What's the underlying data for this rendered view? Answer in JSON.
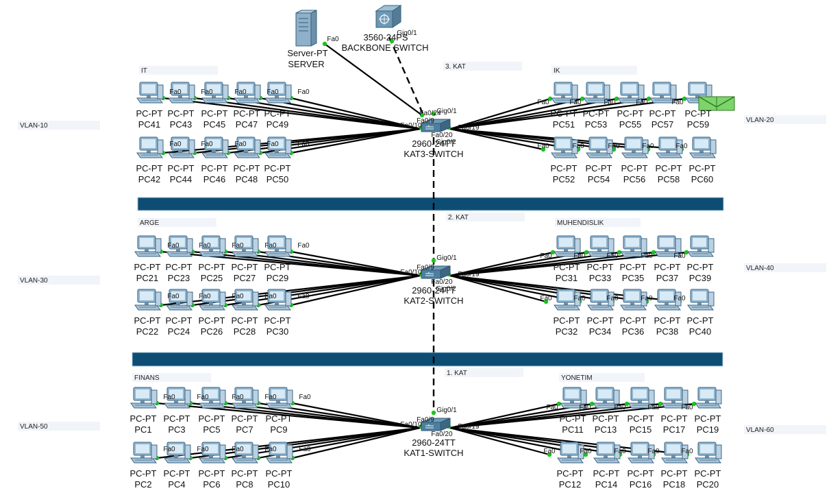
{
  "colors": {
    "floor_bar": "#0e4d73",
    "link": "#000000",
    "link_dot": "#19c619",
    "zone_bg": "#f1f4f9"
  },
  "backbone": {
    "model": "3560-24PS",
    "name": "BACKBONE SWITCH",
    "port": "Gig0/1"
  },
  "server": {
    "model": "Server-PT",
    "name": "SERVER",
    "port": "Fa0"
  },
  "pc_model": "PC-PT",
  "fa0": "Fa0",
  "floors": [
    {
      "key": "f3",
      "floor_label": "3. KAT",
      "switch_name": "KAT3-SWITCH",
      "switch_model": "2960-24TT",
      "ports": {
        "gig01": "Gig0/1",
        "gig02": "Gig0/2",
        "fa010": "Fa0/10",
        "fa020": "Fa0/20",
        "fa019": "Fa0/19",
        "fa09": "Fa0/9",
        "fa024": "Fa0/24"
      },
      "left_zone": "IT",
      "right_zone": "IK",
      "left_vlan": "VLAN-10",
      "right_vlan": "VLAN-20",
      "left_top": [
        "PC41",
        "PC43",
        "PC45",
        "PC47",
        "PC49"
      ],
      "left_bottom": [
        "PC42",
        "PC44",
        "PC46",
        "PC48",
        "PC50"
      ],
      "right_top": [
        "PC51",
        "PC53",
        "PC55",
        "PC57",
        "PC59"
      ],
      "right_bottom": [
        "PC52",
        "PC54",
        "PC56",
        "PC58",
        "PC60"
      ]
    },
    {
      "key": "f2",
      "floor_label": "2. KAT",
      "switch_name": "KAT2-SWITCH",
      "switch_model": "2960-24TT",
      "ports": {
        "gig01": "Gig0/1",
        "gig02": "Gig0/2",
        "fa010": "Fa0/10",
        "fa020": "Fa0/20",
        "fa019": "Fa0/19",
        "fa09": "Fa0/9"
      },
      "left_zone": "ARGE",
      "right_zone": "MUHENDISLIK",
      "left_vlan": "VLAN-30",
      "right_vlan": "VLAN-40",
      "left_top": [
        "PC21",
        "PC23",
        "PC25",
        "PC27",
        "PC29"
      ],
      "left_bottom": [
        "PC22",
        "PC24",
        "PC26",
        "PC28",
        "PC30"
      ],
      "right_top": [
        "PC31",
        "PC33",
        "PC35",
        "PC37",
        "PC39"
      ],
      "right_bottom": [
        "PC32",
        "PC34",
        "PC36",
        "PC38",
        "PC40"
      ]
    },
    {
      "key": "f1",
      "floor_label": "1. KAT",
      "switch_name": "KAT1-SWITCH",
      "switch_model": "2960-24TT",
      "ports": {
        "gig01": "Gig0/1",
        "fa010": "Fa0/10",
        "fa020": "Fa0/20",
        "fa019": "Fa0/19",
        "fa09": "Fa0/9"
      },
      "left_zone": "FINANS",
      "right_zone": "YONETIM",
      "left_vlan": "VLAN-50",
      "right_vlan": "VLAN-60",
      "left_top": [
        "PC1",
        "PC3",
        "PC5",
        "PC7",
        "PC9"
      ],
      "left_bottom": [
        "PC2",
        "PC4",
        "PC6",
        "PC8",
        "PC10"
      ],
      "right_top": [
        "PC11",
        "PC13",
        "PC15",
        "PC17",
        "PC19"
      ],
      "right_bottom": [
        "PC12",
        "PC14",
        "PC16",
        "PC18",
        "PC20"
      ]
    }
  ]
}
